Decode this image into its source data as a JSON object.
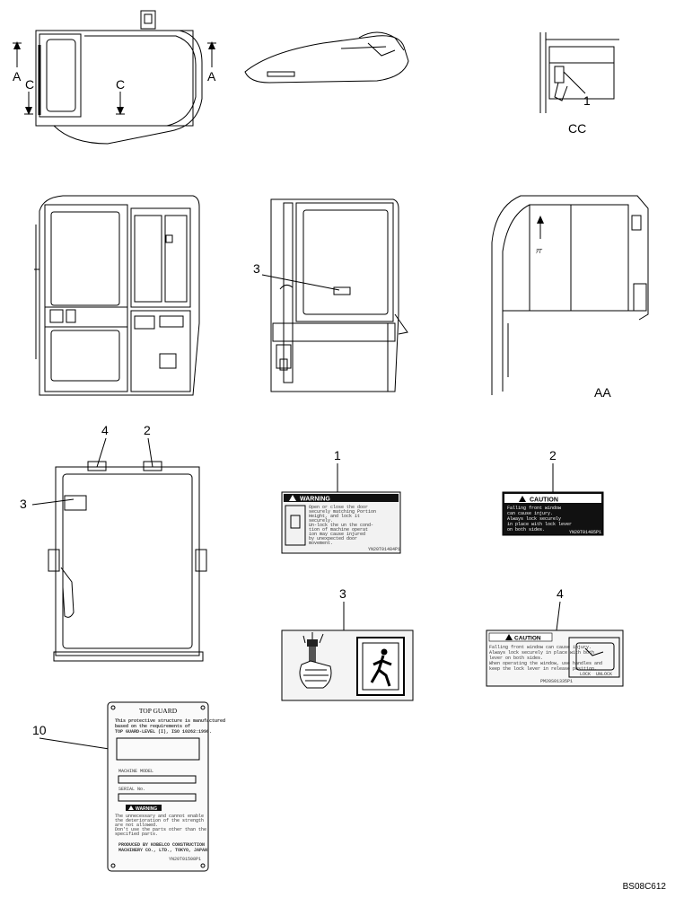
{
  "callouts": {
    "section_a_left": "A",
    "section_a_right": "A",
    "section_c_left": "C",
    "section_c_mid": "C",
    "view_cc_item": "1",
    "view_cc_caption": "CC",
    "side_view_item": "3",
    "view_aa_caption": "AA",
    "view_aa_mark": "ｦT",
    "window_item_4": "4",
    "window_item_2": "2",
    "window_item_3": "3",
    "decal_1_num": "1",
    "decal_2_num": "2",
    "decal_3_num": "3",
    "decal_4_num": "4",
    "plate_num": "10"
  },
  "decal_warning": {
    "header": "WARNING",
    "body": [
      "Open or close the door",
      "securely matching Portion",
      "Height, and lock it",
      "securely.",
      "Un-lock the un the cond-",
      "tion of machine operat",
      "ion may cause injured",
      "by unexpected door",
      "movement."
    ],
    "part_no": "YN20T01484P1"
  },
  "decal_caution_1": {
    "header": "CAUTION",
    "body": [
      "Falling front window",
      "can cause injury.",
      "Always lock securely",
      "in place with lock lever",
      "on both sides."
    ],
    "part_no": "YN20T01485P1"
  },
  "decal_caution_2": {
    "header": "CAUTION",
    "body": [
      "Falling front window can cause injury.",
      "Always lock securely in place with both",
      "lever on both sides.",
      "When operating the window, use handles and",
      "keep the lock lever in release position."
    ],
    "lever_lock": "LOCK",
    "lever_release": "UNLOCK",
    "part_no": "PM20S01335P1"
  },
  "plate": {
    "title": "TOP GUARD",
    "text": [
      "This protective structure is manufactured",
      "based on the requirements of",
      "TOP GUARD-LEVEL (I), ISO 10262:1998."
    ],
    "model_label": "MACHINE MODEL",
    "serial_label": "SERIAL No.",
    "warning_header": "WARNING",
    "warning_body": [
      "The unnecessary and cannot enable",
      "the deterioration of the strength",
      "are not allowed.",
      "Don't use the parts other than the",
      "specified parts."
    ],
    "maker": [
      "PRODUCED BY KOBELCO CONSTRUCTION",
      "MACHINERY CO., LTD., TOKYO, JAPAN"
    ],
    "part_no": "YN20T01508P1"
  },
  "drawing_code": "BS08C612"
}
